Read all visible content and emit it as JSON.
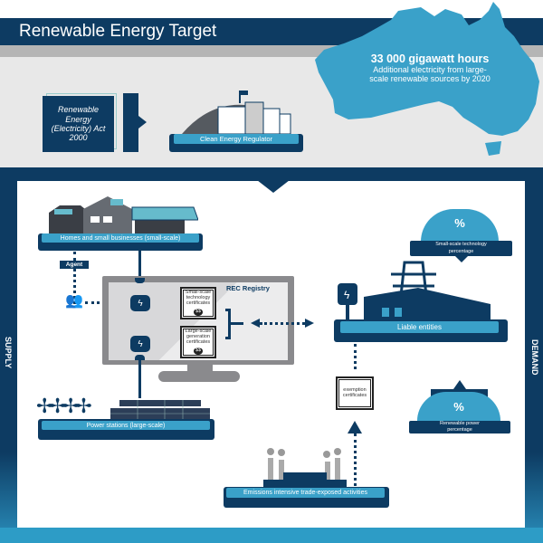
{
  "header": {
    "title": "Renewable Energy Target"
  },
  "target": {
    "headline": "33 000 gigawatt hours",
    "description": "Additional electricity from large-scale renewable sources by 2020"
  },
  "act": {
    "label": "Renewable Energy (Electricity) Act 2000"
  },
  "regulator": {
    "label": "Clean Energy Regulator"
  },
  "supply": {
    "side_label": "SUPPLY",
    "homes": "Homes and small businesses (small-scale)",
    "agent": "Agent",
    "power_stations": "Power stations (large-scale)"
  },
  "registry": {
    "title": "REC Registry",
    "small_cert": "Small-scale technology certificates",
    "large_cert": "Large-scale generation certificates",
    "currency": "$$"
  },
  "demand": {
    "side_label": "DEMAND",
    "liable": "Liable entities",
    "small_pct_symbol": "%",
    "small_pct": "Small-scale technology percentage",
    "renewable_pct_symbol": "%",
    "renewable_pct": "Renewable power percentage",
    "exemption": "exemption certificates",
    "eite": "Emissions intensive trade-exposed activities"
  },
  "colors": {
    "navy": "#0d3b62",
    "teal": "#3aa1c9",
    "gray": "#e8e8e8"
  }
}
